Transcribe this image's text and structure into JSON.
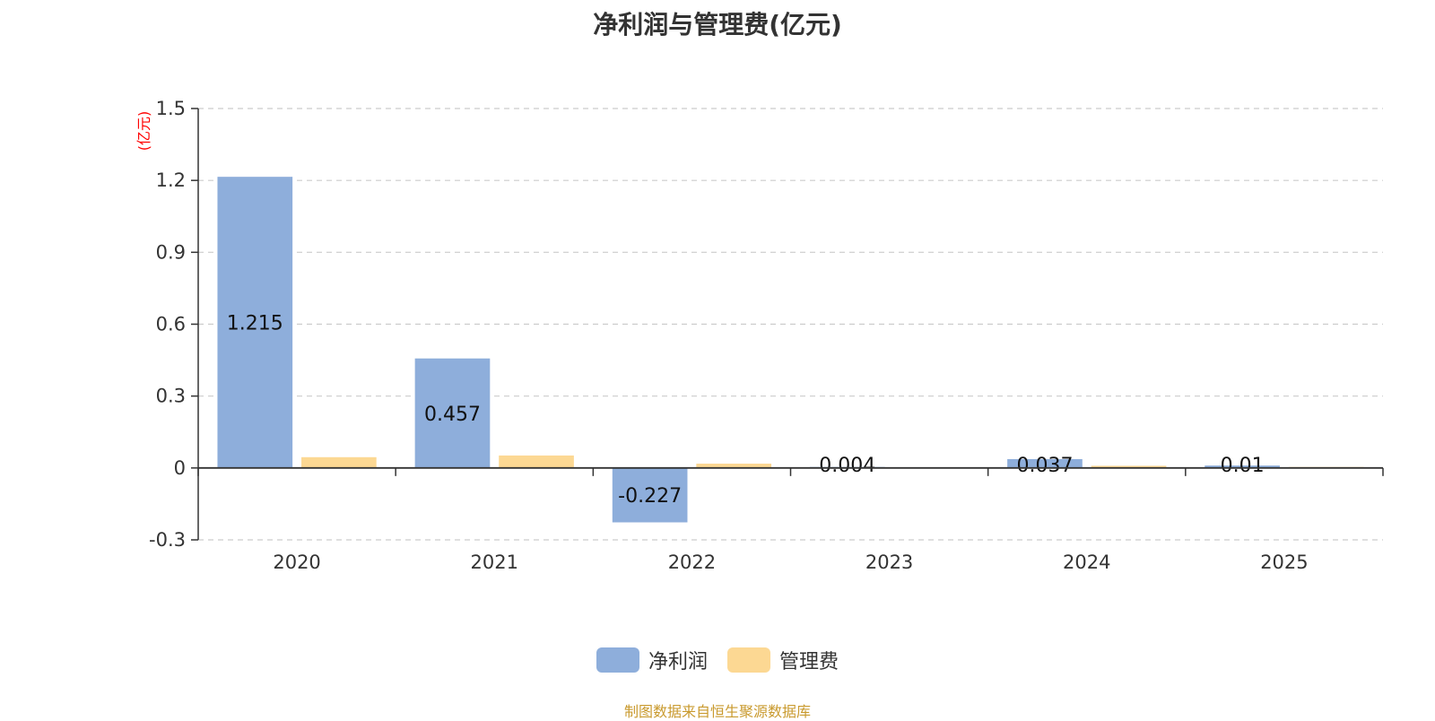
{
  "chart_data": {
    "type": "bar",
    "title": "净利润与管理费(亿元)",
    "ylabel": "(亿元)",
    "xlabel": "",
    "categories": [
      "2020",
      "2021",
      "2022",
      "2023",
      "2024",
      "2025"
    ],
    "series": [
      {
        "name": "净利润",
        "color": "#8eaedb",
        "values": [
          1.215,
          0.457,
          -0.227,
          0.004,
          0.037,
          0.01
        ],
        "labels": [
          "1.215",
          "0.457",
          "-0.227",
          "0.004",
          "0.037",
          "0.01"
        ]
      },
      {
        "name": "管理费",
        "color": "#fcd893",
        "values": [
          0.045,
          0.052,
          0.018,
          0.002,
          0.009,
          0.004
        ]
      }
    ],
    "ylim": [
      -0.3,
      1.5
    ],
    "yticks": [
      -0.3,
      0,
      0.3,
      0.6,
      0.9,
      1.2,
      1.5
    ],
    "ytick_labels": [
      "-0.3",
      "0",
      "0.3",
      "0.6",
      "0.9",
      "1.2",
      "1.5"
    ],
    "grid": true,
    "legend_position": "bottom-center"
  },
  "source": "制图数据来自恒生聚源数据库",
  "colors": {
    "axis": "#333333",
    "grid": "#cccccc",
    "unit": "#ff0000",
    "source": "#c99a2e"
  }
}
